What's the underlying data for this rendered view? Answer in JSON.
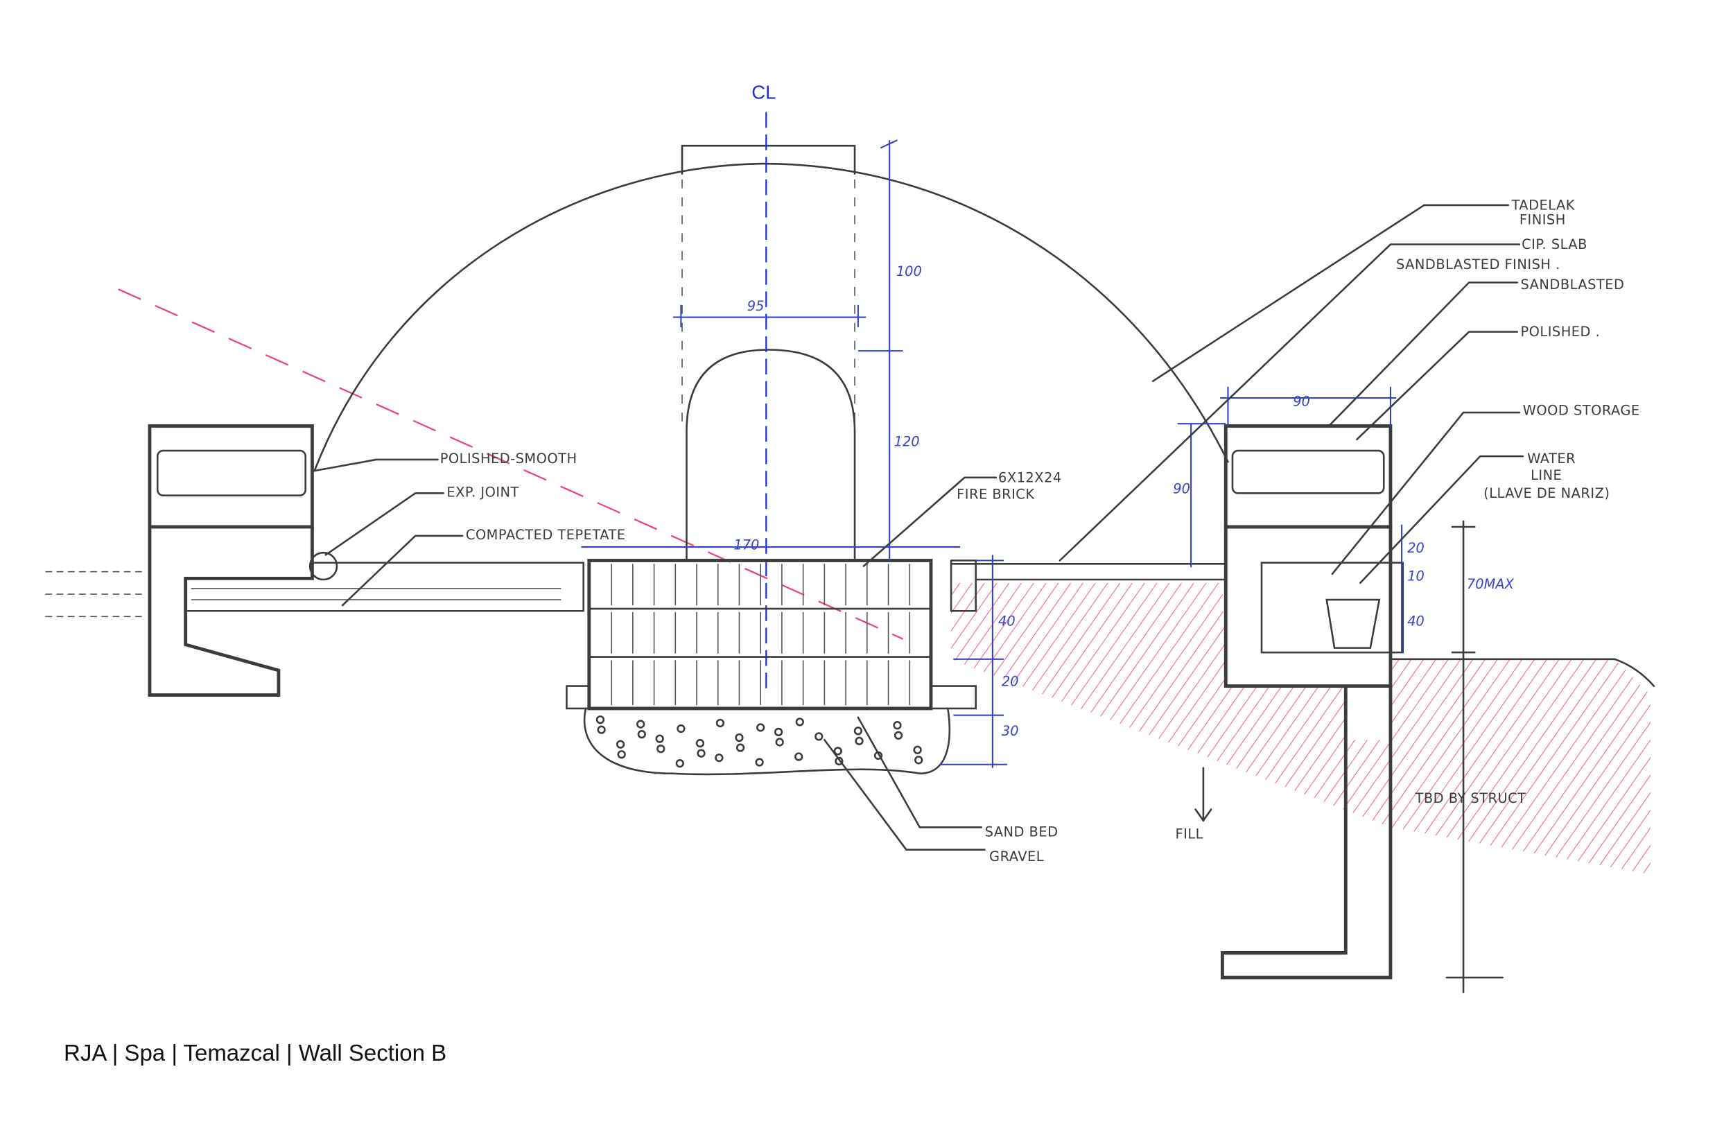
{
  "title": "RJA | Spa | Temazcal | Wall Section B",
  "centerline": "CL",
  "dimensions": {
    "chimney_width": "95",
    "chimney_height": "100",
    "arch_height": "120",
    "firebox_width": "170",
    "brick_course_1": "40",
    "brick_course_2": "20",
    "gravel_depth": "30",
    "wall_width": "90",
    "wall_height": "90",
    "storage_top": "20",
    "storage_mid": "10",
    "storage_bottom": "40",
    "storage_total": "70MAX"
  },
  "labels": {
    "polished_smooth": "POLISHED-SMOOTH",
    "exp_joint": "EXP. JOINT",
    "compacted_tepetate": "COMPACTED TEPETATE",
    "fire_brick_size": "6X12X24",
    "fire_brick": "FIRE BRICK",
    "tadelak": "TADELAK",
    "tadelak_finish": "FINISH",
    "cip_slab": "CIP. SLAB",
    "sandblasted_finish": "SANDBLASTED FINISH .",
    "sandblasted": "SANDBLASTED",
    "polished": "POLISHED .",
    "wood_storage": "WOOD STORAGE",
    "water": "WATER",
    "water_line": "LINE",
    "water_note": "(LLAVE DE NARIZ)",
    "sand_bed": "SAND BED",
    "gravel": "GRAVEL",
    "fill": "FILL",
    "tbd": "TBD BY STRUCT"
  },
  "colors": {
    "ink": "#3a3d3b",
    "dimension": "#3344cc",
    "fill_hatch": "#e8457a"
  }
}
